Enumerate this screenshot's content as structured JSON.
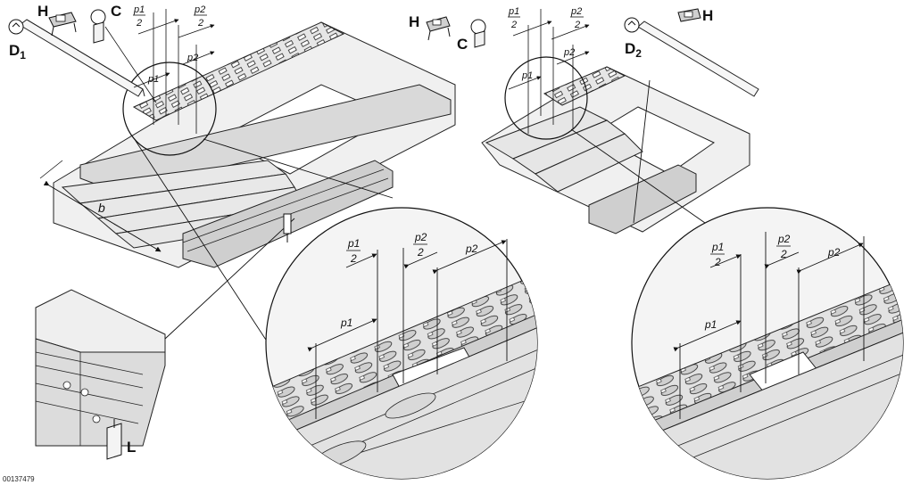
{
  "labels": {
    "H": "H",
    "C": "C",
    "D1_main": "D",
    "D1_sub": "1",
    "D2_main": "D",
    "D2_sub": "2",
    "L": "L",
    "b": "b"
  },
  "dimensions": {
    "p1_half_num": "p1",
    "p1_half_den": "2",
    "p2_half_num": "p2",
    "p2_half_den": "2",
    "p1": "p1",
    "p2": "p2"
  },
  "reference": "00137479"
}
